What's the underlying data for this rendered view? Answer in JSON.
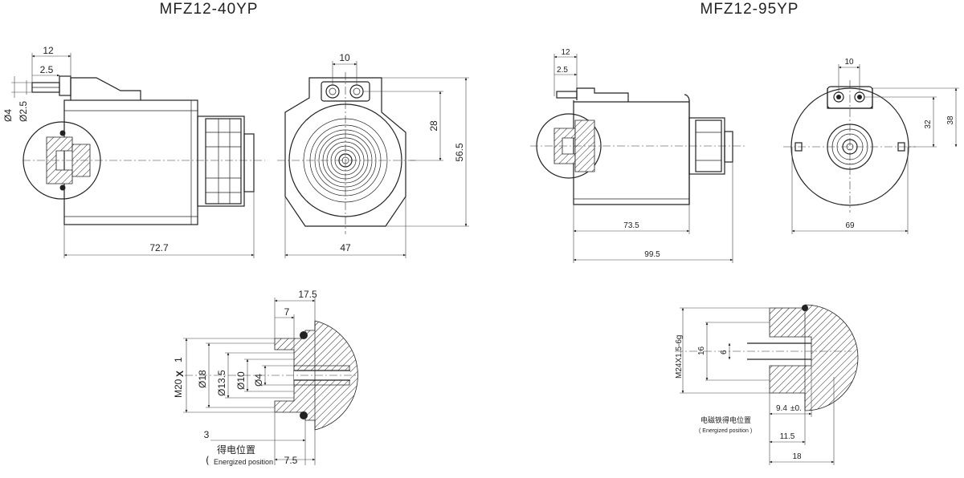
{
  "drawing_left": {
    "title": "MFZ12-40YP",
    "dims": {
      "d12": "12",
      "d2_5": "2.5",
      "phi4": "Ø4",
      "phi2_5": "Ø2.5",
      "d72_7": "72.7",
      "d10": "10",
      "d28": "28",
      "d56_5": "56.5",
      "d47": "47"
    }
  },
  "drawing_right": {
    "title": "MFZ12-95YP",
    "dims": {
      "d12": "12",
      "d2_5": "2.5",
      "d73_5": "73.5",
      "d99_5": "99.5",
      "d10": "10",
      "d32": "32",
      "d38": "38",
      "d69": "69"
    }
  },
  "detail_left": {
    "dims": {
      "d17_5": "17.5",
      "d7": "7",
      "m20": "M20",
      "m20_x": "X",
      "m20_pitch": "1",
      "phi18": "Ø18",
      "phi13_5": "Ø13.5",
      "phi10": "Ø10",
      "phi4": "Ø4",
      "d3": "3",
      "d7_5": "7.5"
    },
    "label_cn": "得电位置",
    "label_en": "Energized position"
  },
  "detail_right": {
    "dims": {
      "m24": "M24X1.5-6g",
      "d16": "16",
      "d6": "6",
      "d9_4": "9.4",
      "tol": "±0.",
      "d11_5": "11.5",
      "d18": "18"
    },
    "label_cn": "电磁铁得电位置",
    "label_en": "( Energized position )"
  }
}
